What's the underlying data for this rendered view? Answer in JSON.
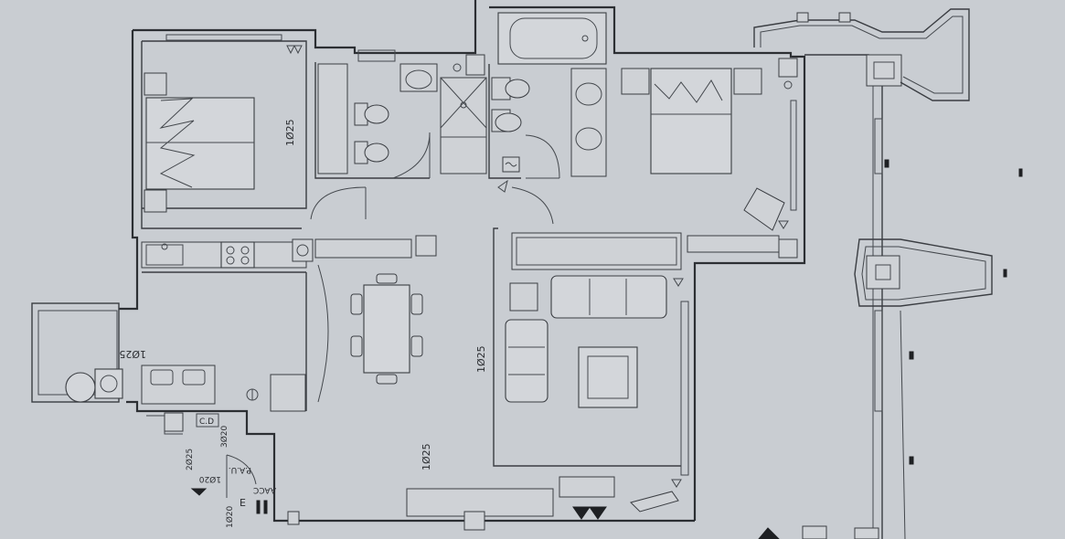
{
  "labels": {
    "pipe_bedroom_left": "1Ø25",
    "pipe_kitchen": "1Ø25",
    "pipe_living": "1Ø25",
    "pipe_hall": "1Ø25",
    "pipe_entry": "2Ø25",
    "pipe_cd": "3Ø20",
    "pipe_bottom": "1Ø20",
    "panel_cd": "C.D",
    "panel_pau": "P.A.U.",
    "panel_pau_size": "1Ø20",
    "panel_aacc": "AACC",
    "panel_e": "E"
  }
}
